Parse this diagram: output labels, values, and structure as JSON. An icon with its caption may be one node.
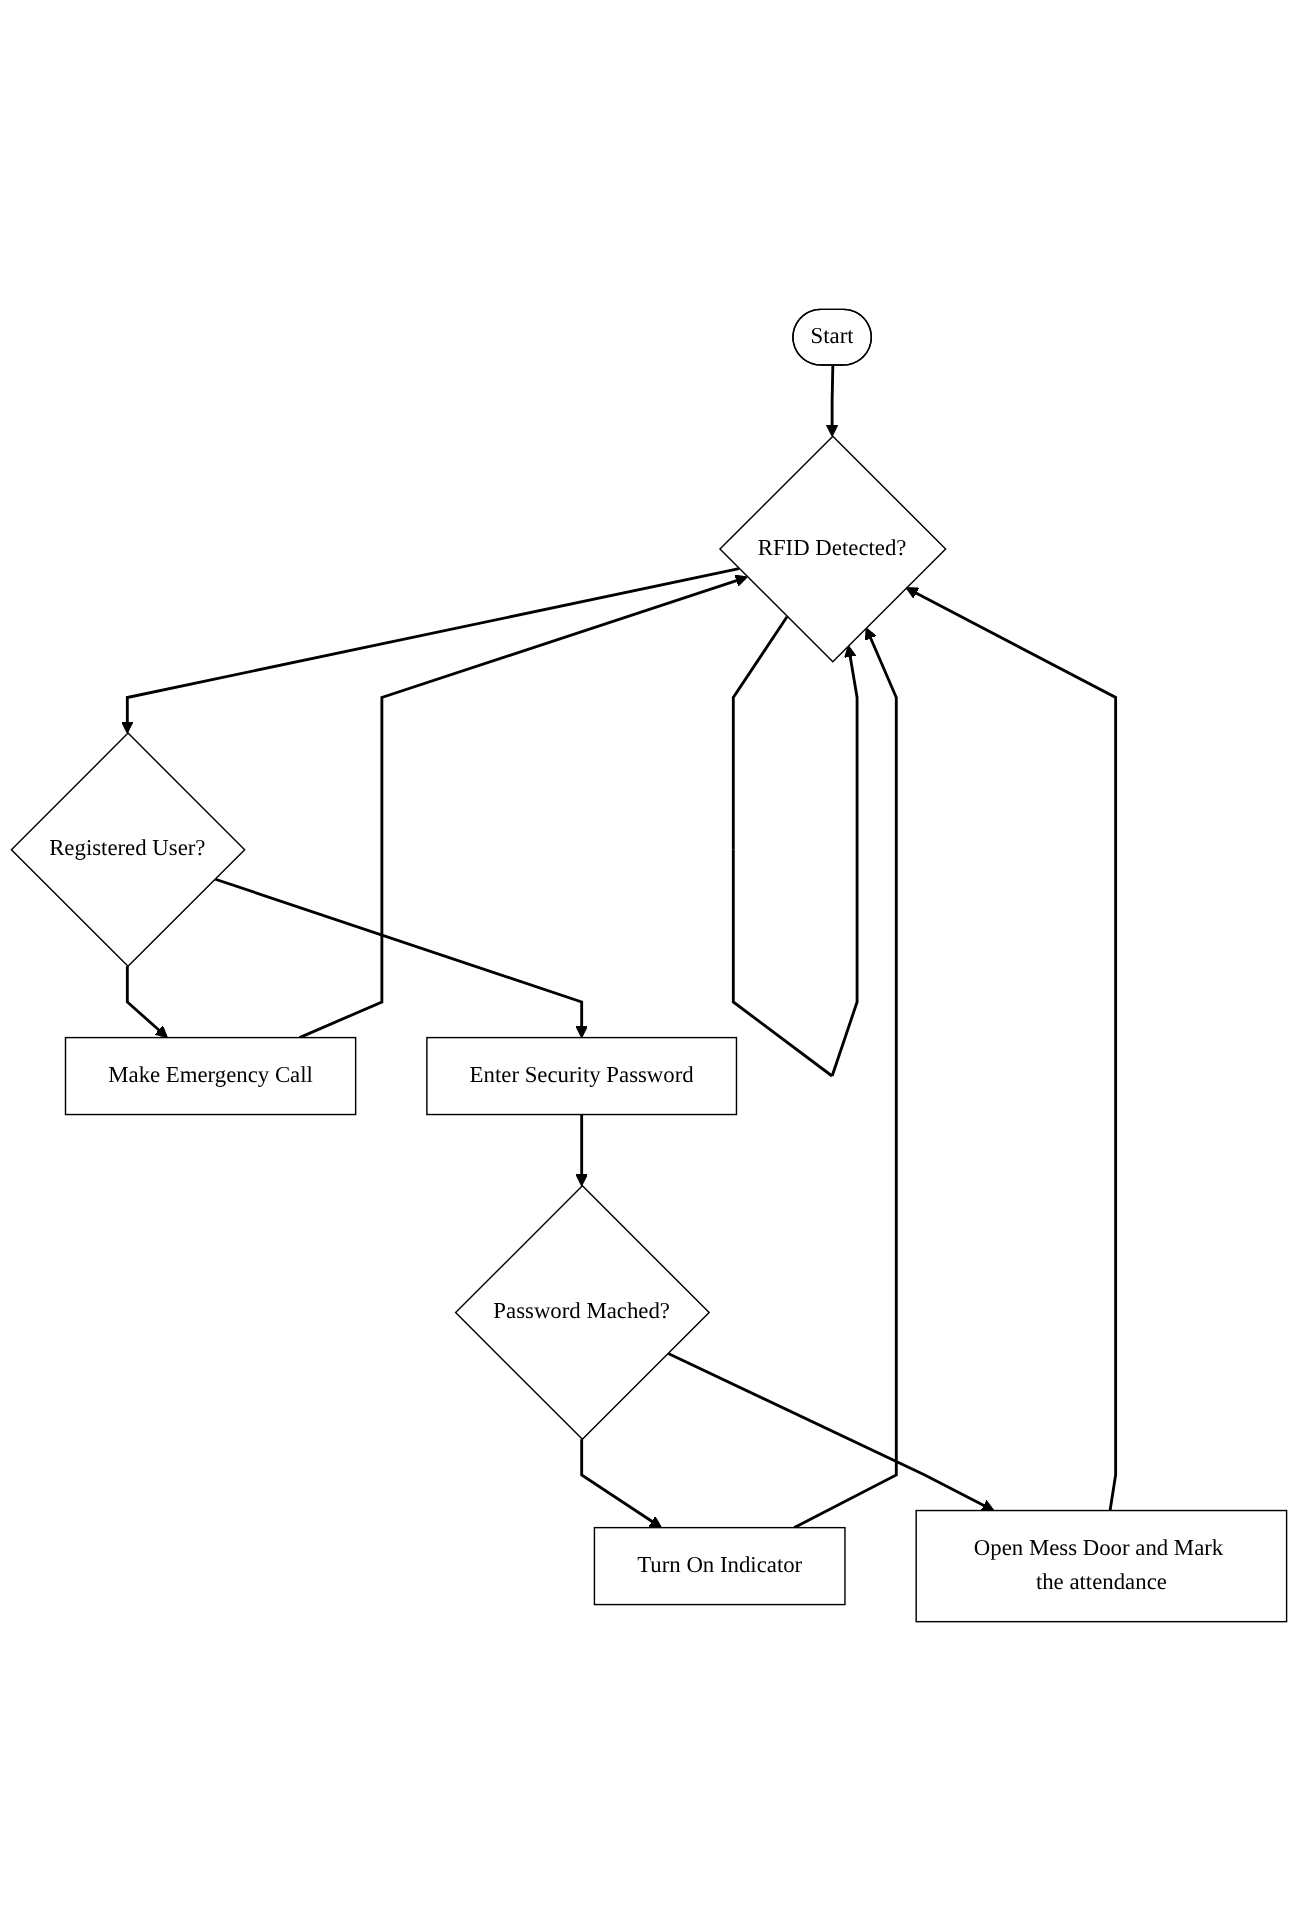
{
  "diagram": {
    "nodes": [
      {
        "text": [
          "Start"
        ]
      },
      {
        "text": [
          "RFID Detected?"
        ]
      },
      {
        "text": [
          "Registered User?"
        ]
      },
      {
        "text": [
          "Make Emergency Call"
        ]
      },
      {
        "text": [
          "Enter Security Password"
        ]
      },
      {
        "text": [
          "Password Mached?"
        ]
      },
      {
        "text": [
          "Turn On Indicator"
        ]
      },
      {
        "text": [
          "Open Mess Door and Mark the attendance"
        ]
      }
    ],
    "edges": [
      {
        "from": 0,
        "to": 1,
        "arrow": "to"
      },
      {
        "from": 1,
        "to": 1,
        "arrow": "to"
      },
      {
        "from": 1,
        "to": 2,
        "arrow": "to"
      },
      {
        "from": 2,
        "to": 3,
        "arrow": "to"
      },
      {
        "from": 3,
        "to": 1,
        "arrow": "to"
      },
      {
        "from": 2,
        "to": 4,
        "arrow": "to"
      },
      {
        "from": 4,
        "to": 5,
        "arrow": "to"
      },
      {
        "from": 5,
        "to": 6,
        "arrow": "to"
      },
      {
        "from": 6,
        "to": 1,
        "arrow": "to"
      },
      {
        "from": 5,
        "to": 7,
        "arrow": "to"
      },
      {
        "from": 7,
        "to": 1,
        "arrow": "to"
      }
    ]
  }
}
